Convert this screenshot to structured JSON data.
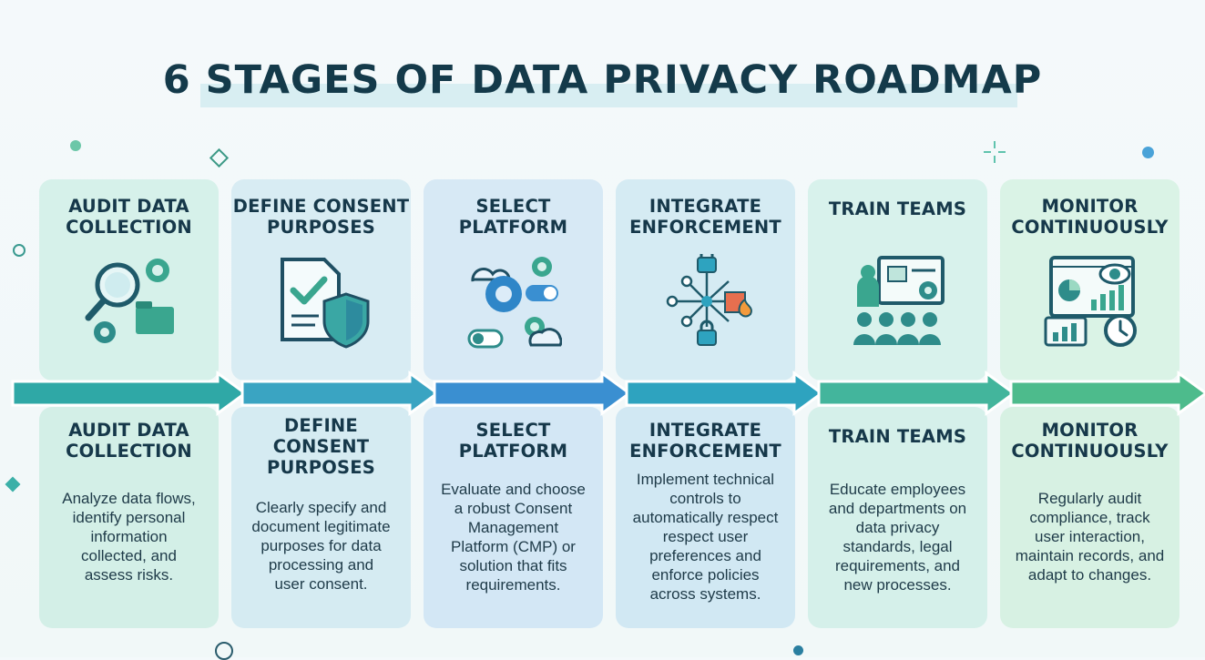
{
  "title": "6 STAGES OF DATA PRIVACY ROADMAP",
  "stages": [
    {
      "heading_line1": "AUDIT DATA",
      "heading_line2": "COLLECTION",
      "body_line1": "AUDIT DATA",
      "body_line2": "COLLECTION",
      "desc_lines": [
        "Analyze data flows,",
        "identify personal",
        "information",
        "collected, and",
        "assess risks."
      ],
      "icon": "magnifier-gears-folder-icon"
    },
    {
      "heading_line1": "DEFINE CONSENT",
      "heading_line2": "PURPOSES",
      "body_line1": "DEFINE",
      "body_line2": "CONSENT",
      "body_line3": "PURPOSES",
      "desc_lines": [
        "Clearly specify and",
        "document legitimate",
        "purposes for data",
        "processing and",
        "user consent."
      ],
      "icon": "document-shield-check-icon"
    },
    {
      "heading_line1": "SELECT",
      "heading_line2": "PLATFORM",
      "body_line1": "SELECT",
      "body_line2": "PLATFORM",
      "desc_lines": [
        "Evaluate and choose",
        "a robust Consent",
        "Management",
        "Platform (CMP) or",
        "solution that fits",
        "requirements."
      ],
      "icon": "cloud-gears-toggle-icon"
    },
    {
      "heading_line1": "INTEGRATE",
      "heading_line2": "ENFORCEMENT",
      "body_line1": "INTEGRATE",
      "body_line2": "ENFORCEMENT",
      "desc_lines": [
        "Implement technical",
        "controls to",
        "automatically respect",
        "respect  user",
        "preferences and",
        "enforce policies",
        "across systems."
      ],
      "icon": "circuit-locks-firewall-icon"
    },
    {
      "heading_line1": "TRAIN TEAMS",
      "body_line1": "TRAIN TEAMS",
      "desc_lines": [
        "Educate employees",
        "and departments on",
        "data privacy",
        "standards, legal",
        "requirements, and",
        "new processes."
      ],
      "icon": "presenter-audience-icon"
    },
    {
      "heading_line1": "MONITOR",
      "heading_line2": "CONTINUOUSLY",
      "body_line1": "MONITOR",
      "body_line2": "CONTINUOUSLY",
      "desc_lines": [
        "Regularly audit",
        "compliance, track",
        "user interaction,",
        "maintain records, and",
        "adapt to changes."
      ],
      "icon": "dashboard-eye-clock-icon"
    }
  ],
  "colors": {
    "card_tops": [
      "#d6f1ea",
      "#d8ecf3",
      "#d7e9f5",
      "#d5ebf3",
      "#d8f2ec",
      "#daf3e6"
    ],
    "card_bots": [
      "#d3efe7",
      "#d5ebf2",
      "#d3e7f5",
      "#d1e8f3",
      "#d5f0ea",
      "#d7f1e3"
    ],
    "arrows": [
      "#2fa8a6",
      "#3aa4c2",
      "#3a8fd1",
      "#2ea3bf",
      "#43b59c",
      "#4dbb8c"
    ]
  }
}
